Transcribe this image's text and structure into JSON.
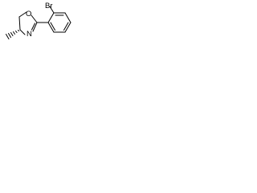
{
  "molecule": {
    "atoms": {
      "bromine": "Br",
      "oxygen": "O",
      "nitrogen": "N"
    },
    "bond_color": "#000000",
    "background": "#ffffff"
  }
}
